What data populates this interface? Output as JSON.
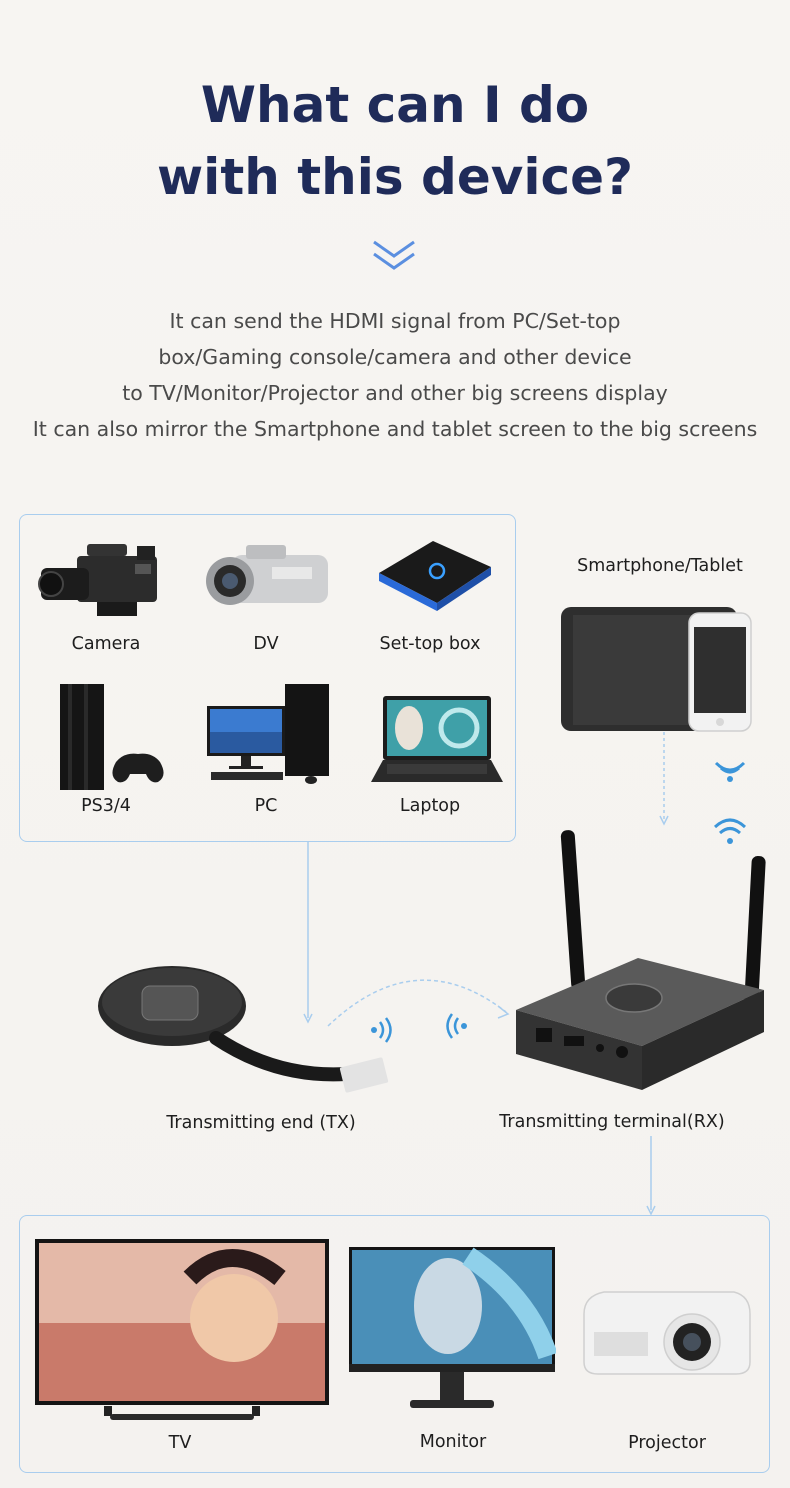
{
  "header": {
    "title_line1": "What can I do",
    "title_line2": "with this device?",
    "colors": {
      "title": "#1f2b59",
      "accent": "#5b8fe0",
      "panel_border": "#a9cdee"
    }
  },
  "description": [
    "It can send the HDMI signal from PC/Set-top",
    "box/Gaming console/camera and other device",
    "to TV/Monitor/Projector and other big screens display",
    "It can also mirror the Smartphone and tablet screen to the big screens"
  ],
  "sources": {
    "items": [
      {
        "label": "Camera"
      },
      {
        "label": "DV"
      },
      {
        "label": "Set-top box"
      },
      {
        "label": "PS3/4"
      },
      {
        "label": "PC"
      },
      {
        "label": "Laptop"
      }
    ]
  },
  "mobile": {
    "label": "Smartphone/Tablet"
  },
  "transmitter": {
    "label": "Transmitting end (TX)"
  },
  "receiver": {
    "label": "Transmitting terminal(RX)"
  },
  "displays": {
    "items": [
      {
        "label": "TV"
      },
      {
        "label": "Monitor"
      },
      {
        "label": "Projector"
      }
    ]
  }
}
